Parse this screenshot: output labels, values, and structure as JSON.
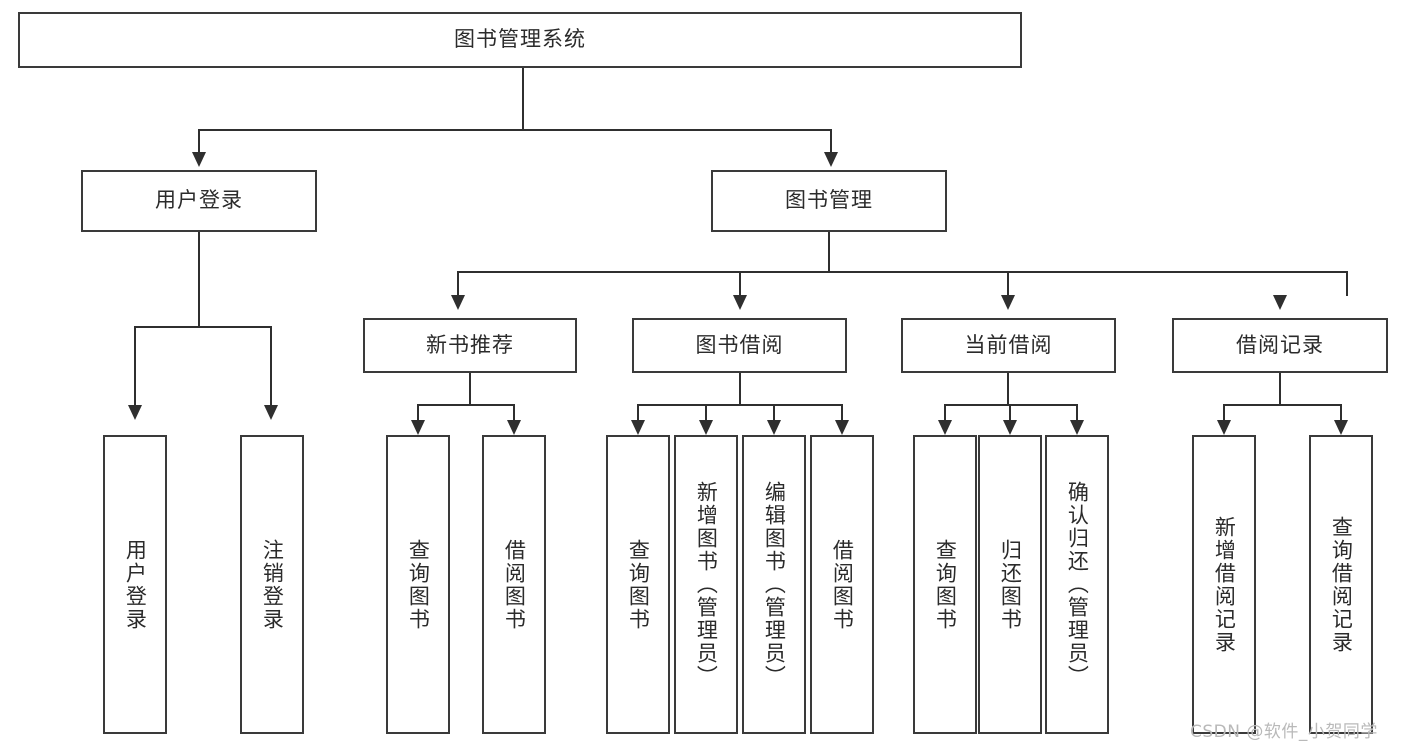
{
  "diagram": {
    "title": "图书管理系统",
    "root": {
      "label": "图书管理系统"
    },
    "level2": [
      {
        "label": "用户登录"
      },
      {
        "label": "图书管理"
      }
    ],
    "level3": [
      {
        "label": "新书推荐"
      },
      {
        "label": "图书借阅"
      },
      {
        "label": "当前借阅"
      },
      {
        "label": "借阅记录"
      }
    ],
    "leaves": {
      "user_login": [
        {
          "label": "用户登录"
        },
        {
          "label": "注销登录"
        }
      ],
      "new_book_recommend": [
        {
          "label": "查询图书"
        },
        {
          "label": "借阅图书"
        }
      ],
      "book_borrow": [
        {
          "label": "查询图书"
        },
        {
          "label": "新增图书（管理员）"
        },
        {
          "label": "编辑图书（管理员）"
        },
        {
          "label": "借阅图书"
        }
      ],
      "current_borrow": [
        {
          "label": "查询图书"
        },
        {
          "label": "归还图书"
        },
        {
          "label": "确认归还（管理员）"
        }
      ],
      "borrow_record": [
        {
          "label": "新增借阅记录"
        },
        {
          "label": "查询借阅记录"
        }
      ]
    }
  },
  "watermark": {
    "text": "CSDN @软件_小贺同学"
  },
  "colors": {
    "box_border": "#3a3a3a",
    "line": "#2f2f2f",
    "background": "#ffffff",
    "text": "#2b2b2b",
    "watermark": "#b9b9b9"
  }
}
